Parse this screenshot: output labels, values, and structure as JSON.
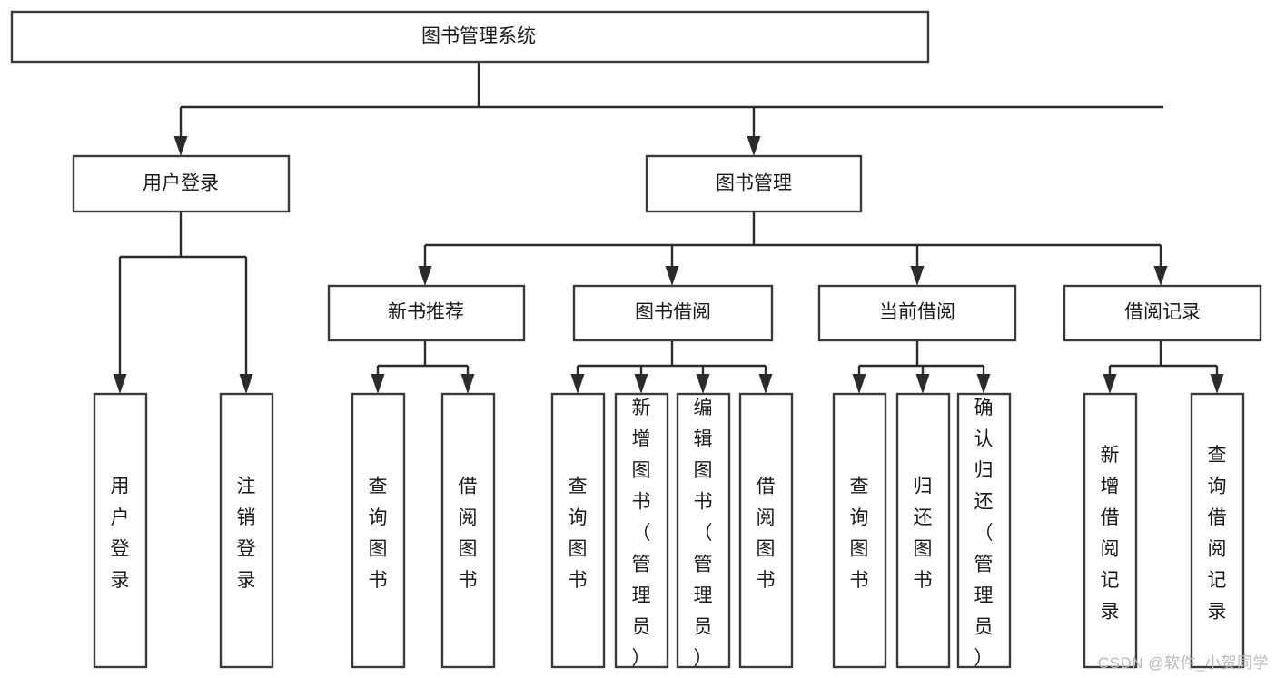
{
  "diagram": {
    "type": "tree",
    "title": "图书管理系统",
    "watermark": "CSDN @软件_小贺同学",
    "levels": [
      {
        "level": 0,
        "nodes": [
          {
            "id": "root",
            "label": "图书管理系统"
          }
        ]
      },
      {
        "level": 1,
        "nodes": [
          {
            "id": "login",
            "label": "用户登录",
            "parent": "root"
          },
          {
            "id": "bookmgmt",
            "label": "图书管理",
            "parent": "root"
          }
        ]
      },
      {
        "level": 2,
        "nodes": [
          {
            "id": "newbook",
            "label": "新书推荐",
            "parent": "bookmgmt"
          },
          {
            "id": "borrow",
            "label": "图书借阅",
            "parent": "bookmgmt"
          },
          {
            "id": "current",
            "label": "当前借阅",
            "parent": "bookmgmt"
          },
          {
            "id": "record",
            "label": "借阅记录",
            "parent": "bookmgmt"
          }
        ]
      },
      {
        "level": 3,
        "nodes": [
          {
            "id": "leaf1",
            "label": "用户登录",
            "parent": "login"
          },
          {
            "id": "leaf2",
            "label": "注销登录",
            "parent": "login"
          },
          {
            "id": "leaf3",
            "label": "查询图书",
            "parent": "newbook"
          },
          {
            "id": "leaf4",
            "label": "借阅图书",
            "parent": "newbook"
          },
          {
            "id": "leaf5",
            "label": "查询图书",
            "parent": "borrow"
          },
          {
            "id": "leaf6",
            "label": "新增图书（管理员）",
            "parent": "borrow"
          },
          {
            "id": "leaf7",
            "label": "编辑图书（管理员）",
            "parent": "borrow"
          },
          {
            "id": "leaf8",
            "label": "借阅图书",
            "parent": "borrow"
          },
          {
            "id": "leaf9",
            "label": "查询图书",
            "parent": "current"
          },
          {
            "id": "leaf10",
            "label": "归还图书",
            "parent": "current"
          },
          {
            "id": "leaf11",
            "label": "确认归还（管理员）",
            "parent": "current"
          },
          {
            "id": "leaf12",
            "label": "新增借阅记录",
            "parent": "record"
          },
          {
            "id": "leaf13",
            "label": "查询借阅记录",
            "parent": "record"
          }
        ]
      }
    ],
    "colors": {
      "box_stroke": "#3a3a3a",
      "box_fill": "#ffffff",
      "connector": "#2b2b2b",
      "text": "#1a1a1a",
      "watermark": "#b9b9b9",
      "background": "#ffffff"
    }
  }
}
